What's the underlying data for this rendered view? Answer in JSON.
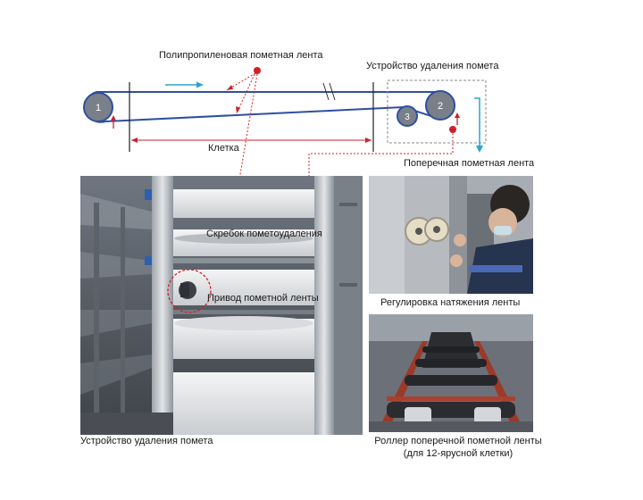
{
  "diagram": {
    "labels": {
      "polypropylene_belt": "Полипропиленовая пометная лента",
      "manure_removal_device": "Устройство удаления помета",
      "cage": "Клетка",
      "cross_belt": "Поперечная пометная лента"
    },
    "rollers": [
      "1",
      "2",
      "3"
    ]
  },
  "photos": {
    "main": {
      "caption": "Устройство удаления помета",
      "overlay_labels": {
        "scraper": "Скребок пометоудаления",
        "belt_drive": "Привод пометной ленты"
      }
    },
    "tension": {
      "caption": "Регулировка натяжения ленты"
    },
    "roller": {
      "caption_line1": "Роллер поперечной пометной ленты",
      "caption_line2": "(для 12-ярусной клетки)"
    }
  },
  "colors": {
    "belt_line": "#2f4fa0",
    "roller_fill": "#7a8089",
    "accent_red": "#d11f2a",
    "arrow_cyan": "#2aa6c9",
    "dashed_box": "#8a8a8a"
  }
}
